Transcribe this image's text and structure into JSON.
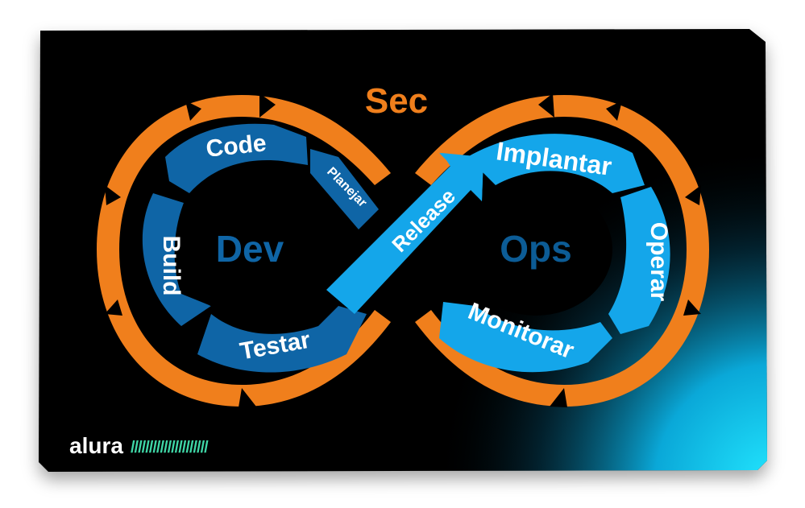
{
  "diagram": {
    "top_label": "Sec",
    "left_center": "Dev",
    "right_center": "Ops",
    "stages": {
      "code": "Code",
      "build": "Build",
      "testar": "Testar",
      "planejar": "Planejar",
      "release": "Release",
      "implantar": "Implantar",
      "operar": "Operar",
      "monitorar": "Monitorar"
    },
    "colors": {
      "background": "#000000",
      "dev_blue": "#0f65a6",
      "ops_blue": "#14a6ea",
      "sec_orange": "#f07f1c",
      "dev_text": "#0f65a6",
      "ops_text": "#0c5c96",
      "accent_cyan": "#20e4ff",
      "logo_stripes": "#3fd6a6"
    }
  },
  "brand": {
    "logo_text": "alura",
    "stripes": "/////////////////////"
  }
}
